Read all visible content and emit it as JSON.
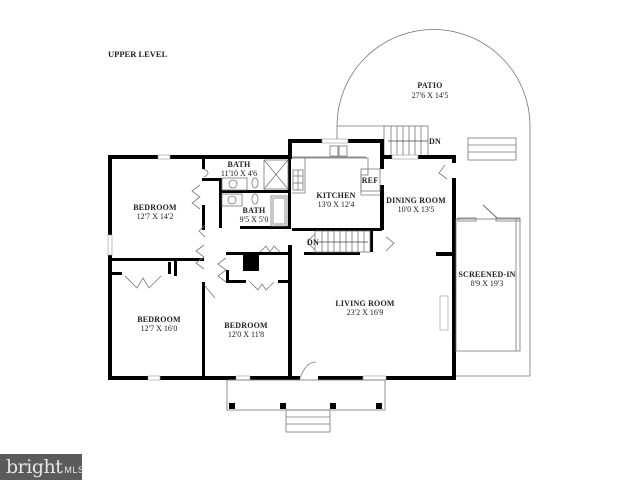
{
  "plan": {
    "level_title": "UPPER LEVEL",
    "rooms": [
      {
        "id": "patio",
        "name": "PATIO",
        "dims": "27'6 X 14'5"
      },
      {
        "id": "bath1",
        "name": "BATH",
        "dims": "11'10 X 4'6"
      },
      {
        "id": "bath2",
        "name": "BATH",
        "dims": "9'5 X 5'0"
      },
      {
        "id": "bedroom1",
        "name": "BEDROOM",
        "dims": "12'7 X 14'2"
      },
      {
        "id": "kitchen",
        "name": "KITCHEN",
        "dims": "13'0 X 12'4"
      },
      {
        "id": "dining",
        "name": "DINING ROOM",
        "dims": "10'0 X 13'5"
      },
      {
        "id": "screened",
        "name": "SCREENED-IN",
        "dims": "8'9 X 19'3"
      },
      {
        "id": "bedroom2",
        "name": "BEDROOM",
        "dims": "12'7 X 16'0"
      },
      {
        "id": "bedroom3",
        "name": "BEDROOM",
        "dims": "12'0 X 11'8"
      },
      {
        "id": "living",
        "name": "LIVING ROOM",
        "dims": "23'2 X 16'9"
      }
    ],
    "fixtures": {
      "ref_label": "REF",
      "stairs_down_label_top": "DN",
      "stairs_down_label_inner": "DN"
    }
  },
  "watermark": {
    "brand": "bright",
    "suffix": "MLS",
    "accent_color": "#e89a3c",
    "bg_color": "#5b5b5b"
  }
}
